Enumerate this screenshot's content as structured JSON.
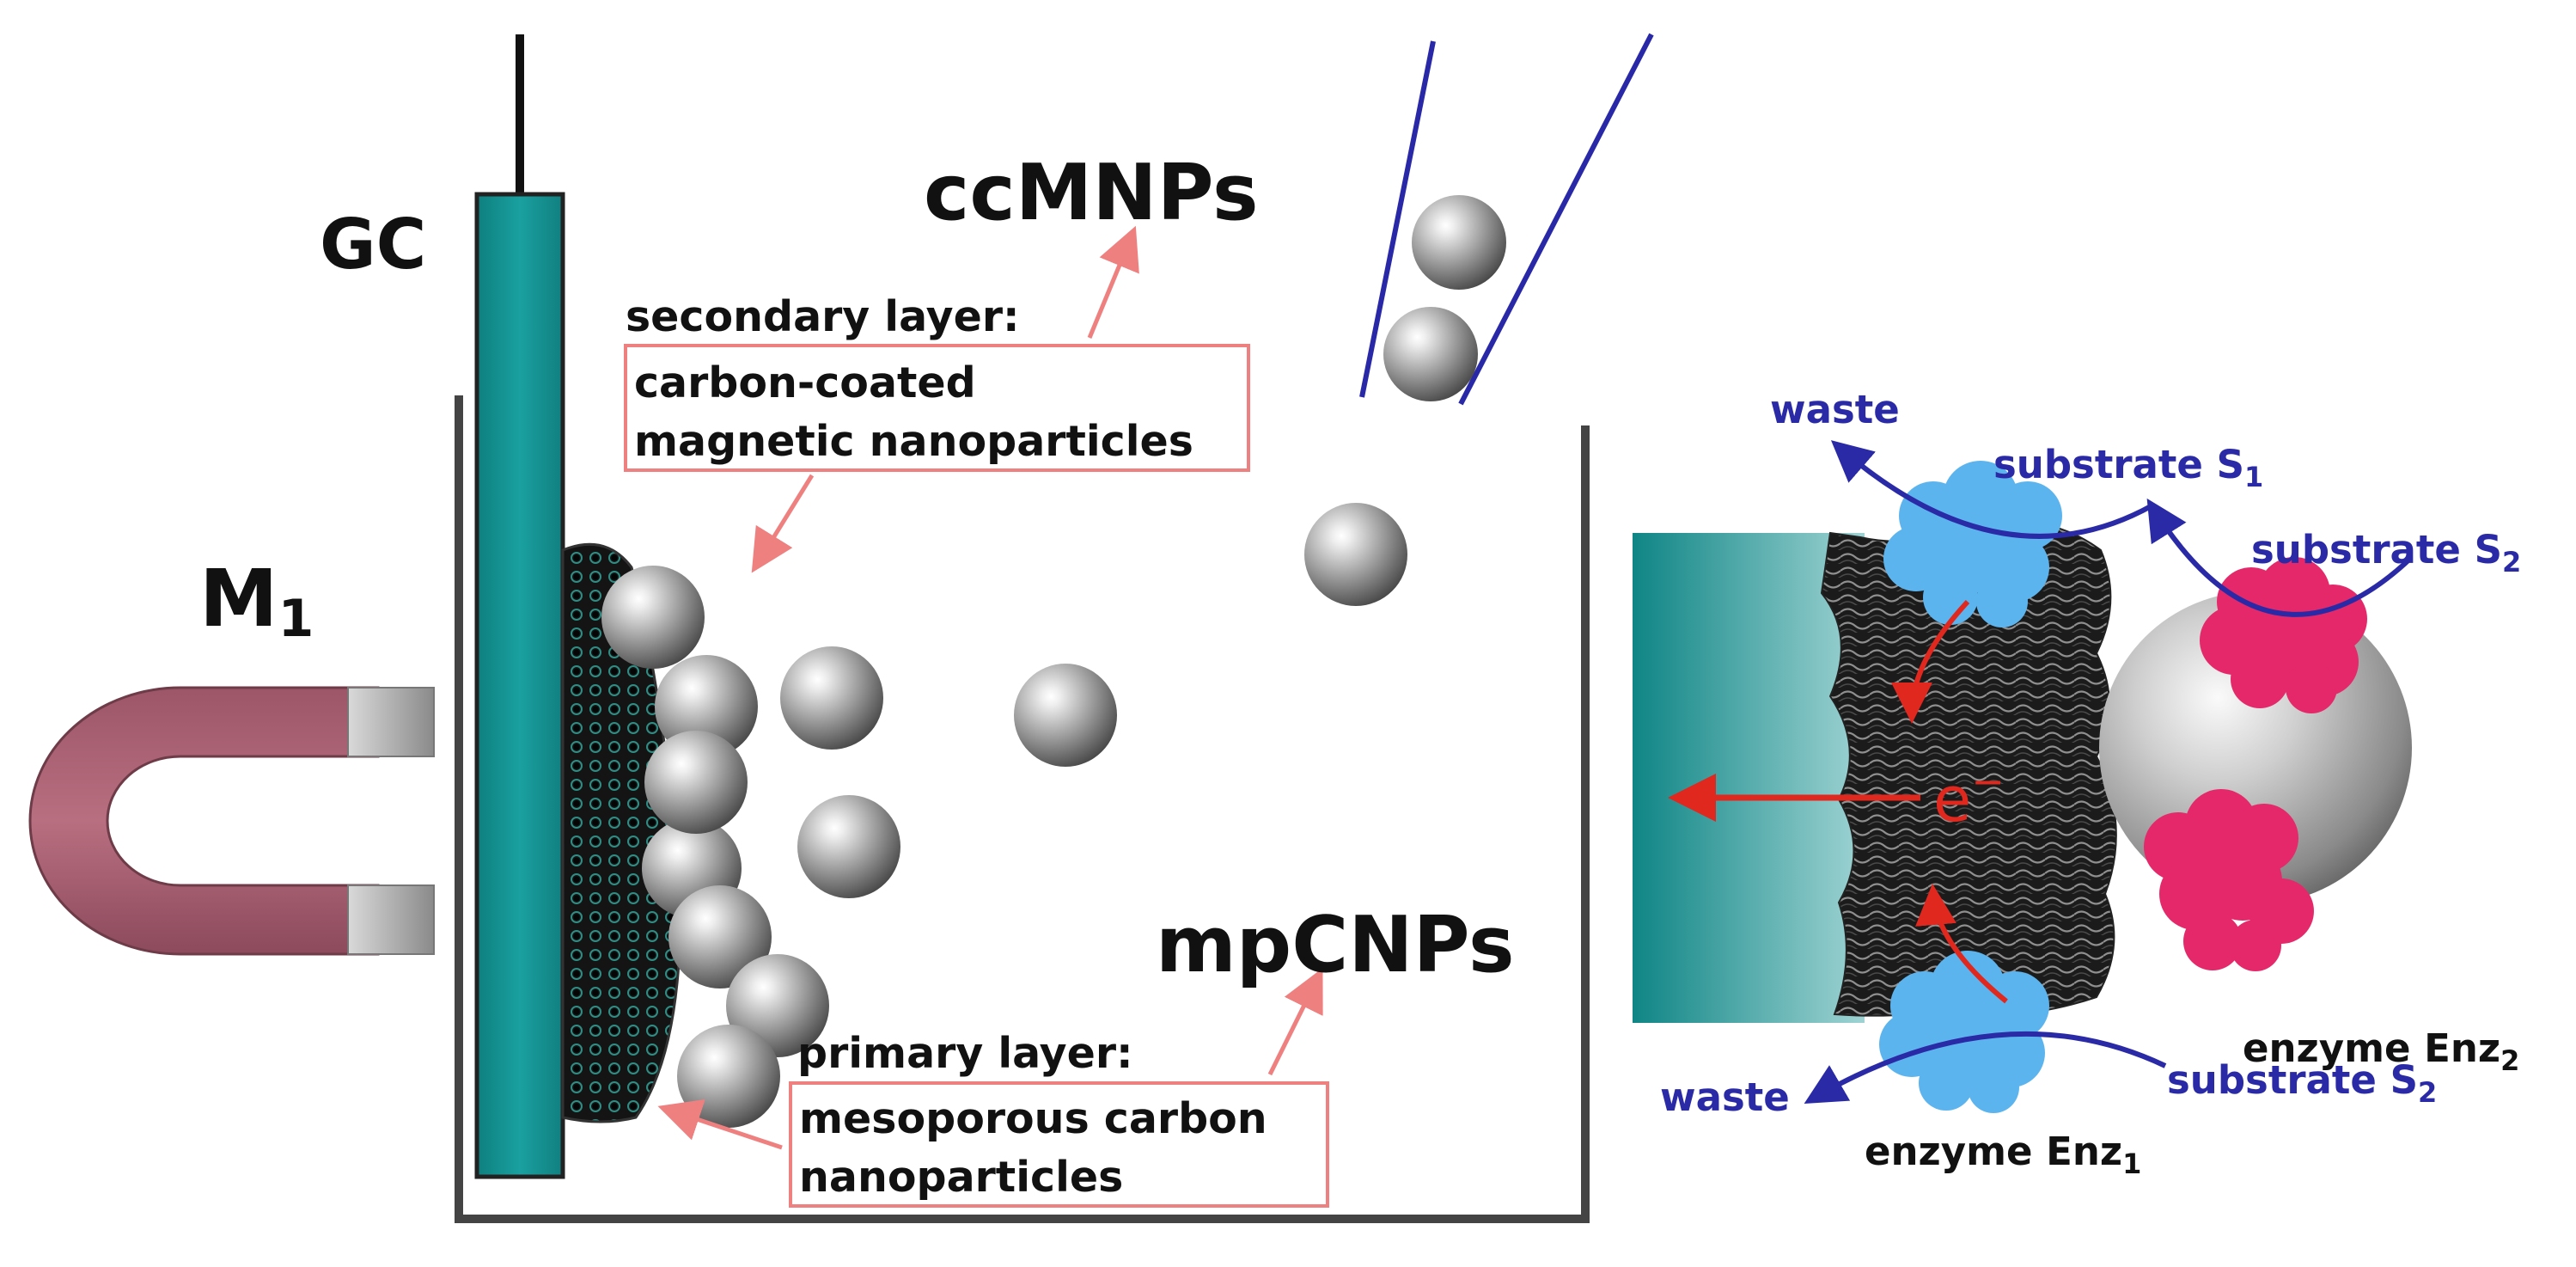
{
  "labels": {
    "gc": "GC",
    "ccmnps": "ccMNPs",
    "mpcnps": "mpCNPs",
    "magnet_main": "M",
    "magnet_sub": "1",
    "secondary_title": "secondary layer:",
    "secondary_line1": "carbon-coated",
    "secondary_line2": "magnetic nanoparticles",
    "primary_title": "primary layer:",
    "primary_line1": "mesoporous carbon",
    "primary_line2": "nanoparticles",
    "waste_top": "waste",
    "waste_bottom": "waste",
    "substrate_s1_main": "substrate S",
    "substrate_s1_sub": "1",
    "substrate_s2_top_main": "substrate S",
    "substrate_s2_top_sub": "2",
    "substrate_s2_bottom_main": "substrate S",
    "substrate_s2_bottom_sub": "2",
    "enzyme1_main": "enzyme Enz",
    "enzyme1_sub": "1",
    "enzyme2_main": "enzyme Enz",
    "enzyme2_sub": "2",
    "electron_main": "e",
    "electron_sup": "−"
  },
  "colors": {
    "electrode": "#159393",
    "magnet": "#b06576",
    "enzyme1": "#5cb4ef",
    "enzyme2": "#e4286a",
    "blue_text": "#2a2aa6",
    "red_arrow": "#e0281e",
    "pink_arrow": "#ef8080"
  }
}
